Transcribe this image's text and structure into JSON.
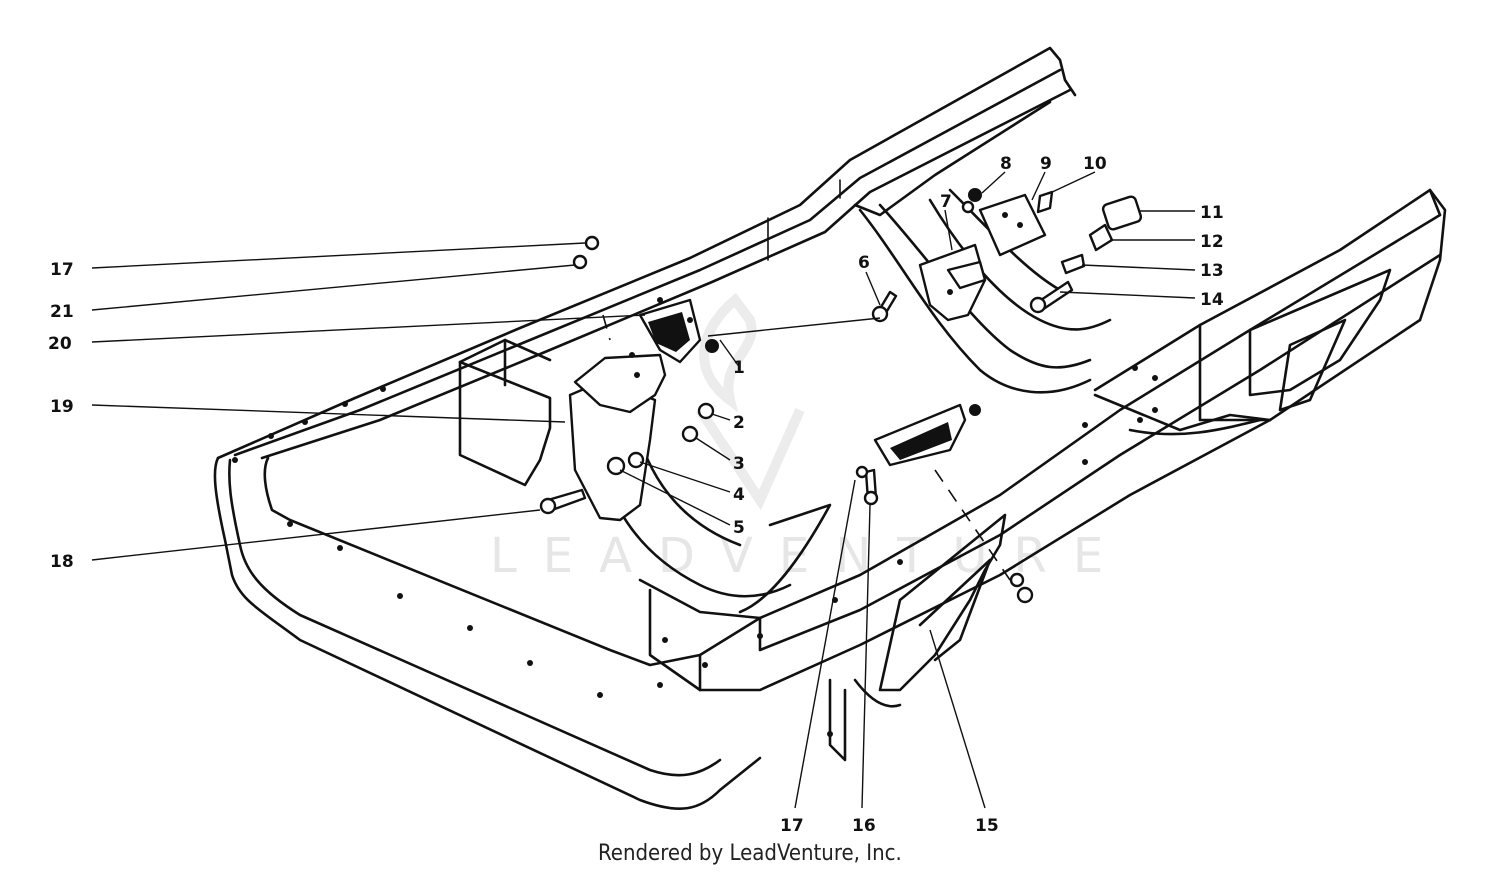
{
  "diagram": {
    "callouts": [
      {
        "id": "c17a",
        "text": "17"
      },
      {
        "id": "c21",
        "text": "21"
      },
      {
        "id": "c20",
        "text": "20"
      },
      {
        "id": "c19",
        "text": "19"
      },
      {
        "id": "c18",
        "text": "18"
      },
      {
        "id": "c1",
        "text": "1"
      },
      {
        "id": "c2",
        "text": "2"
      },
      {
        "id": "c3",
        "text": "3"
      },
      {
        "id": "c4",
        "text": "4"
      },
      {
        "id": "c5",
        "text": "5"
      },
      {
        "id": "c6",
        "text": "6"
      },
      {
        "id": "c7",
        "text": "7"
      },
      {
        "id": "c8",
        "text": "8"
      },
      {
        "id": "c9",
        "text": "9"
      },
      {
        "id": "c10",
        "text": "10"
      },
      {
        "id": "c11",
        "text": "11"
      },
      {
        "id": "c12",
        "text": "12"
      },
      {
        "id": "c13",
        "text": "13"
      },
      {
        "id": "c14",
        "text": "14"
      },
      {
        "id": "c15",
        "text": "15"
      },
      {
        "id": "c16",
        "text": "16"
      },
      {
        "id": "c17b",
        "text": "17"
      }
    ],
    "watermark": "LEADVENTURE",
    "credit": "Rendered by LeadVenture, Inc."
  }
}
